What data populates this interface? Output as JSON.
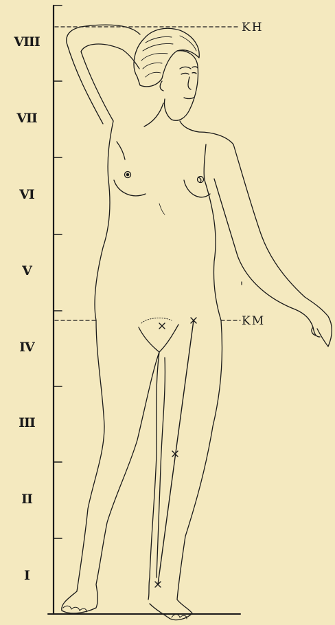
{
  "scale": {
    "units": [
      "VIII",
      "VII",
      "VI",
      "V",
      "IV",
      "III",
      "II",
      "I"
    ]
  },
  "markers": {
    "top": "KH",
    "middle": "KM"
  }
}
